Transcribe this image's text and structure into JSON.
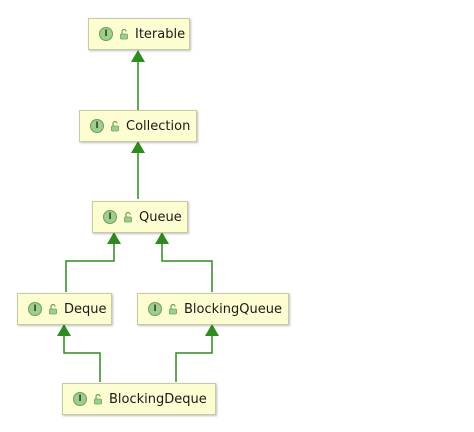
{
  "nodes": {
    "iterable": {
      "name": "Iterable",
      "badge": "I"
    },
    "collection": {
      "name": "Collection",
      "badge": "I"
    },
    "queue": {
      "name": "Queue",
      "badge": "I"
    },
    "deque": {
      "name": "Deque",
      "badge": "I"
    },
    "blocking_queue": {
      "name": "BlockingQueue",
      "badge": "I"
    },
    "blocking_deque": {
      "name": "BlockingDeque",
      "badge": "I"
    }
  },
  "edges": [
    {
      "from": "collection",
      "to": "iterable"
    },
    {
      "from": "queue",
      "to": "collection"
    },
    {
      "from": "deque",
      "to": "queue"
    },
    {
      "from": "blocking_queue",
      "to": "queue"
    },
    {
      "from": "blocking_deque",
      "to": "deque"
    },
    {
      "from": "blocking_deque",
      "to": "blocking_queue"
    }
  ],
  "colors": {
    "edge": "#2e8b1f",
    "node_fill": "#fdfdd2",
    "badge_fill": "#9fce8a"
  },
  "icons": {
    "badge": "interface-badge-icon",
    "visibility": "public-lock-icon"
  }
}
